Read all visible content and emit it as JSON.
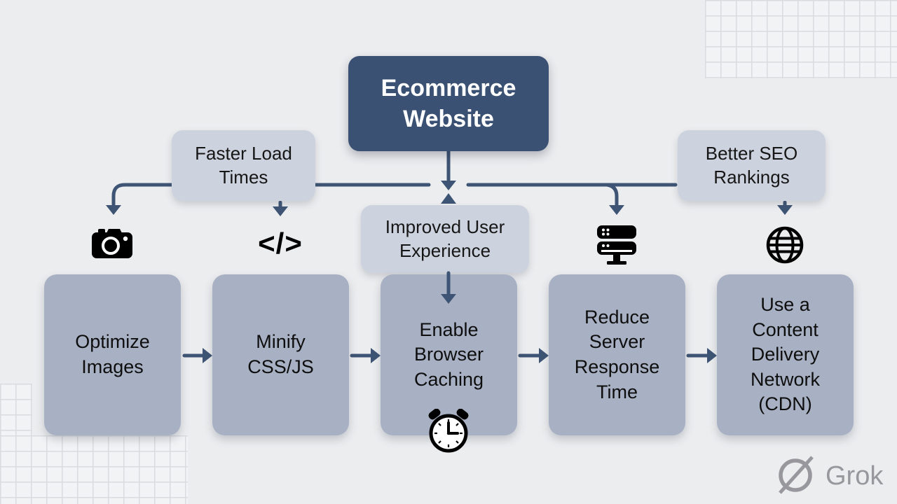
{
  "diagram": {
    "root": {
      "label": "Ecommerce\nWebsite"
    },
    "benefits": [
      {
        "id": "faster-load-times",
        "label": "Faster Load\nTimes"
      },
      {
        "id": "improved-user-experience",
        "label": "Improved User\nExperience"
      },
      {
        "id": "better-seo-rankings",
        "label": "Better SEO\nRankings"
      }
    ],
    "steps": [
      {
        "id": "optimize-images",
        "label": "Optimize\nImages",
        "icon": "camera-icon"
      },
      {
        "id": "minify-css-js",
        "label": "Minify\nCSS/JS",
        "icon": "code-icon",
        "icon_glyph": "</>"
      },
      {
        "id": "enable-browser-caching",
        "label": "Enable\nBrowser\nCaching",
        "icon": "alarm-clock-icon"
      },
      {
        "id": "reduce-server-response-time",
        "label": "Reduce\nServer\nResponse\nTime",
        "icon": "server-icon"
      },
      {
        "id": "use-cdn",
        "label": "Use a\nContent\nDelivery\nNetwork\n(CDN)",
        "icon": "globe-icon"
      }
    ]
  },
  "watermark": {
    "label": "Grok"
  },
  "colors": {
    "bg": "#ecedef",
    "node_dark": "#3a5174",
    "node_light": "#cdd3de",
    "node_mid": "#a8b1c3",
    "arrow": "#3e5474",
    "icon": "#000000",
    "watermark": "#97979d",
    "grid_bg": "#f2f3f5",
    "grid_line": "#d9dbdf"
  }
}
